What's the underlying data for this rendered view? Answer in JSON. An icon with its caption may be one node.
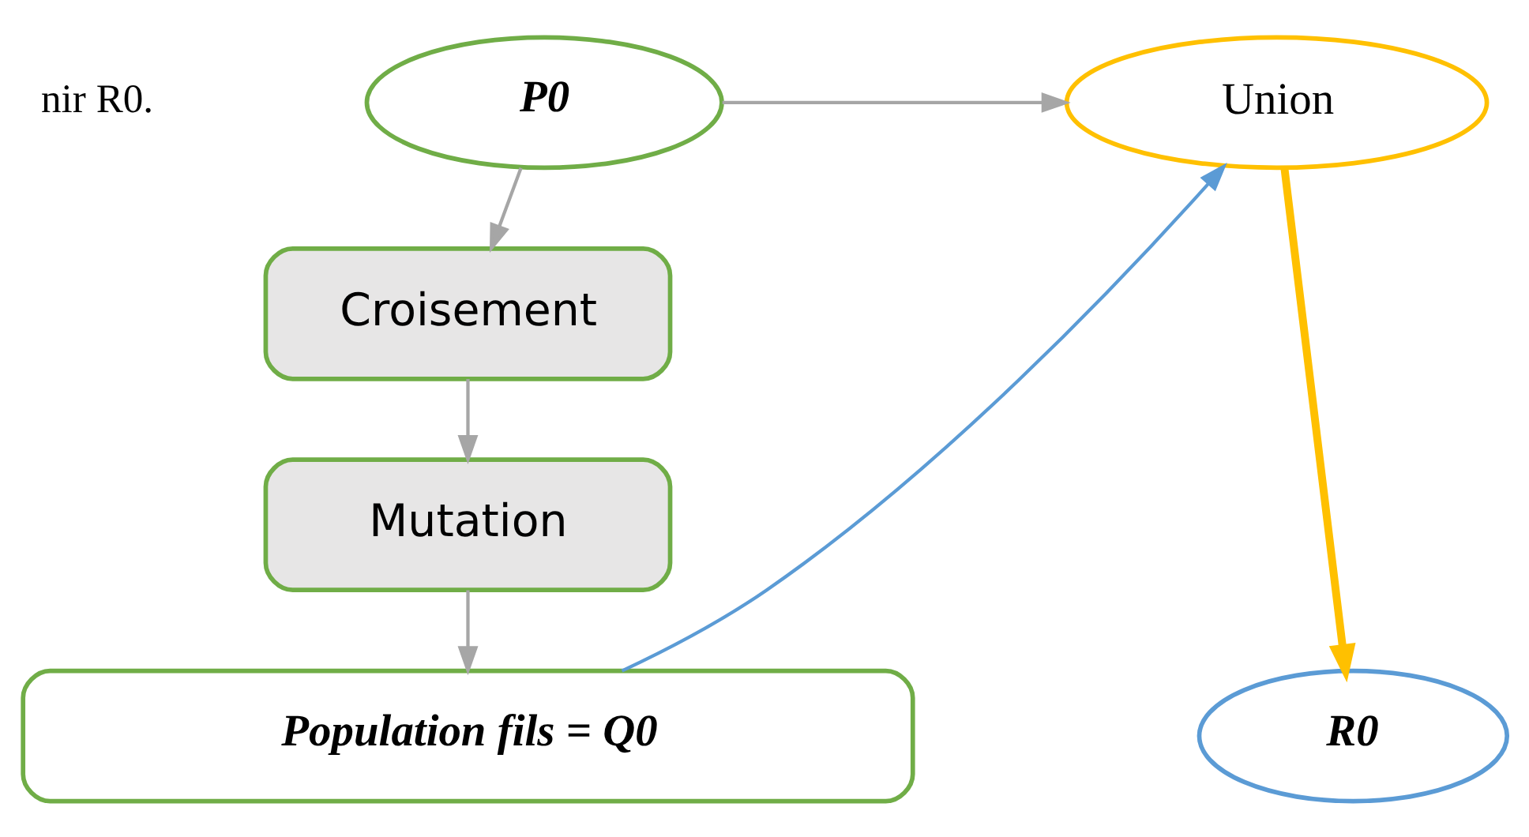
{
  "diagram": {
    "nodes": [
      {
        "text": [
          "P0"
        ]
      },
      {
        "text": [
          "Croisement"
        ]
      },
      {
        "text": [
          "Mutation"
        ]
      },
      {
        "text": [
          "Population fils = Q0"
        ]
      },
      {
        "text": [
          "Union"
        ]
      },
      {
        "text": [
          "R0"
        ]
      }
    ],
    "edges": [
      {
        "from": 0,
        "to": 1,
        "arrow": "to"
      },
      {
        "from": 1,
        "to": 2,
        "arrow": "to"
      },
      {
        "from": 2,
        "to": 3,
        "arrow": "to"
      },
      {
        "from": 0,
        "to": 4,
        "arrow": "to"
      },
      {
        "from": 3,
        "to": 4,
        "arrow": "to",
        "color": "#5b9bd5"
      },
      {
        "from": 4,
        "to": 5,
        "arrow": "to",
        "style": "thick",
        "color": "#ffc000"
      }
    ],
    "labels": [
      "nir R0."
    ]
  }
}
